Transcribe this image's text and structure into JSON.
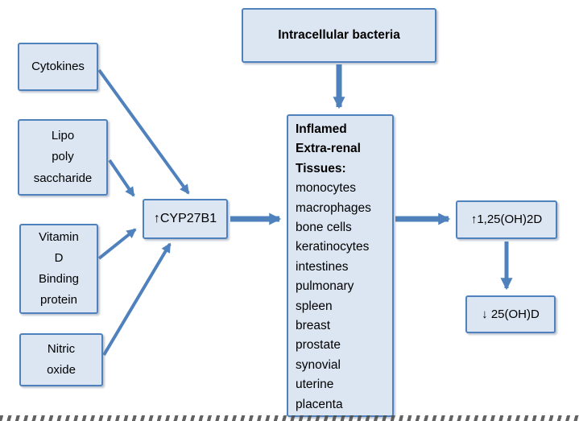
{
  "diagram": {
    "boxes": {
      "cytokines": {
        "label": "Cytokines"
      },
      "lps": {
        "label": "Lipo\npoly\nsaccharide"
      },
      "vdbp": {
        "label": "Vitamin\nD\nBinding\nprotein"
      },
      "nitric_oxide": {
        "label": "Nitric\noxide"
      },
      "cyp27b1": {
        "label": "↑CYP27B1"
      },
      "intracellular_bacteria": {
        "label": "Intracellular bacteria"
      },
      "inflamed": {
        "title": "Inflamed\nExtra-renal\nTissues:",
        "items": [
          "monocytes",
          "macrophages",
          "bone cells",
          "keratinocytes",
          "intestines",
          "pulmonary",
          "spleen",
          "breast",
          "prostate",
          "synovial",
          "uterine",
          "placenta"
        ]
      },
      "d125": {
        "label": "↑1,25(OH)2D"
      },
      "d25": {
        "label": "↓ 25(OH)D"
      }
    },
    "colors": {
      "box_fill": "#dce6f2",
      "box_border": "#4f81bd",
      "arrow": "#4f81bd",
      "text": "#000000",
      "background": "#ffffff"
    }
  }
}
